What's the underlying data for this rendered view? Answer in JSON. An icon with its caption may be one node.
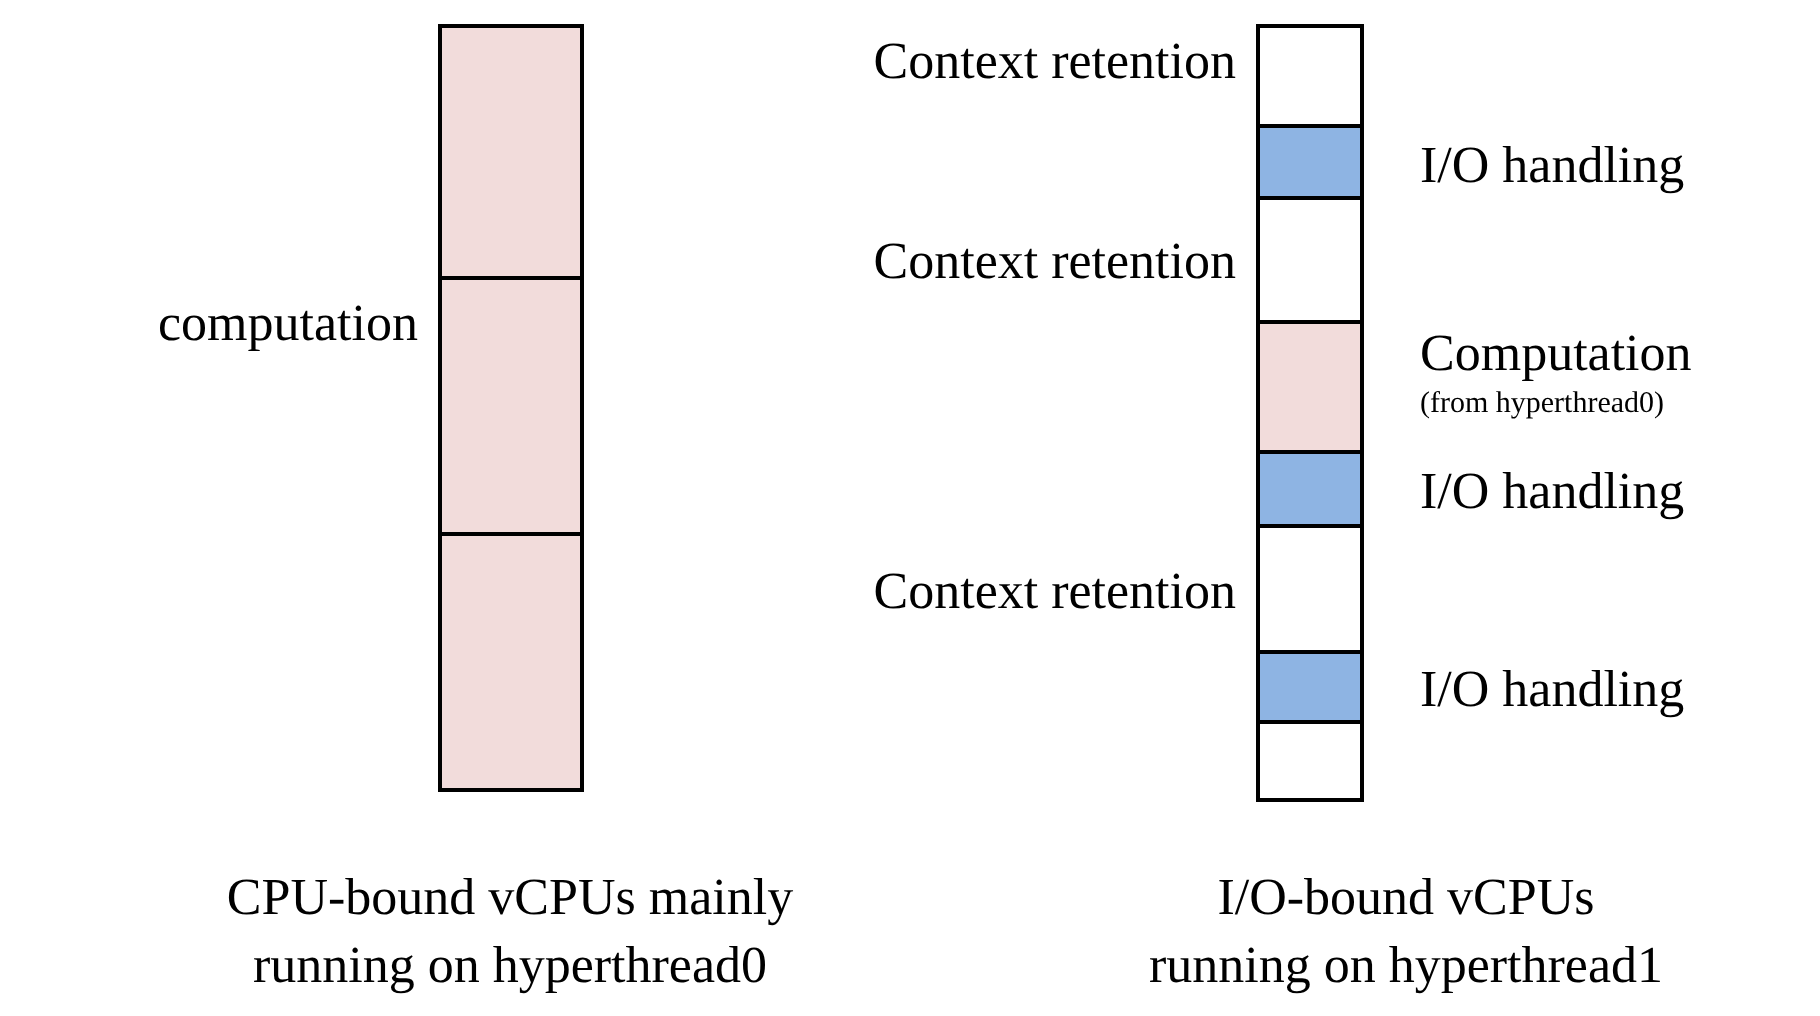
{
  "diagram": {
    "nodes": [
      {
        "text": [
          "computation"
        ]
      },
      {
        "text": [],
        "shape": "box"
      },
      {
        "text": [],
        "shape": "box"
      },
      {
        "text": [
          "Context retention"
        ]
      },
      {
        "text": [
          "I/O handling"
        ]
      },
      {
        "text": [
          "Context retention"
        ]
      },
      {
        "text": [
          "Computation",
          "(from hyperthread0)"
        ]
      },
      {
        "text": [
          "I/O handling"
        ]
      },
      {
        "text": [
          "Context retention"
        ]
      },
      {
        "text": [
          "I/O handling"
        ]
      },
      {
        "text": [],
        "shape": "box"
      }
    ],
    "labels": [
      "CPU-bound vCPUs mainly running on hyperthread0",
      "I/O-bound vCPUs running on hyperthread1"
    ]
  }
}
